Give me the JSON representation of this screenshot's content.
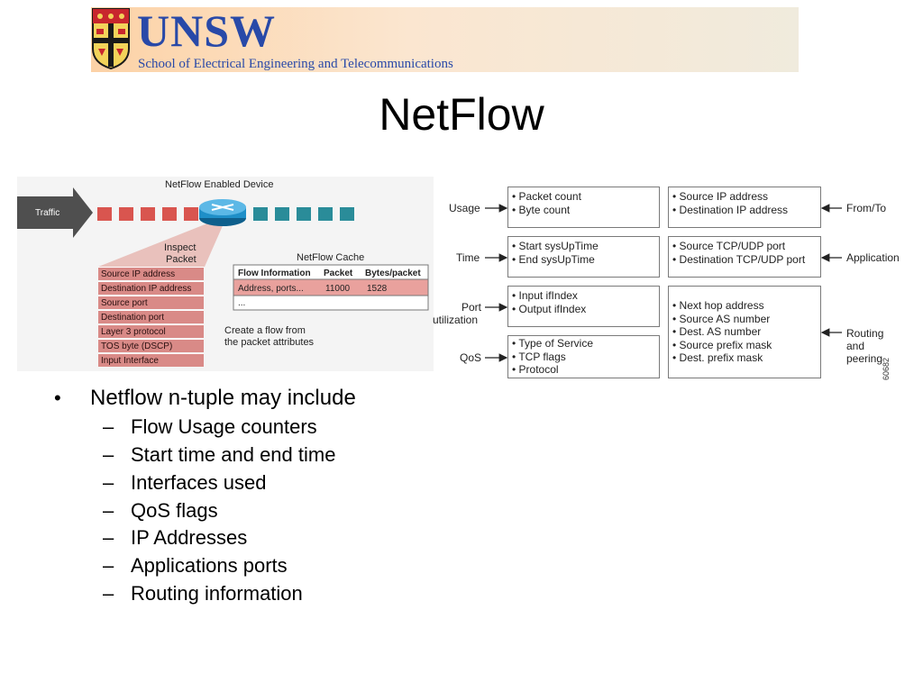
{
  "header": {
    "logo_title": "UNSW",
    "school": "School of Electrical Engineering and Telecommunications"
  },
  "slide": {
    "title": "NetFlow"
  },
  "left_figure": {
    "device_label": "NetFlow Enabled Device",
    "traffic_label": "Traffic",
    "inspect_label_line1": "Inspect",
    "inspect_label_line2": "Packet",
    "cache_title": "NetFlow Cache",
    "attributes": [
      "Source IP address",
      "Destination IP address",
      "Source port",
      "Destination port",
      "Layer 3 protocol",
      "TOS byte (DSCP)",
      "Input Interface"
    ],
    "cache_headers": [
      "Flow Information",
      "Packet",
      "Bytes/packet"
    ],
    "cache_row": [
      "Address, ports...",
      "11000",
      "1528"
    ],
    "cache_ellipsis": "...",
    "create_flow_line1": "Create a flow from",
    "create_flow_line2": "the packet attributes",
    "colors": {
      "packet_red": "#d9554f",
      "packet_teal": "#2a8c99",
      "attr_row": "#d98a87",
      "router": "#1f8fc8"
    }
  },
  "right_figure": {
    "left_labels": {
      "usage": "Usage",
      "time": "Time",
      "port_line1": "Port",
      "port_line2": "utilization",
      "qos": "QoS"
    },
    "right_labels": {
      "from_to": "From/To",
      "application": "Application",
      "routing_line1": "Routing",
      "routing_line2": "and",
      "routing_line3": "peering"
    },
    "boxes": {
      "usage": [
        "• Packet count",
        "• Byte count"
      ],
      "time": [
        "• Start sysUpTime",
        "• End sysUpTime"
      ],
      "port": [
        "• Input ifIndex",
        "• Output ifIndex"
      ],
      "qos": [
        "• Type of Service",
        "• TCP flags",
        "• Protocol"
      ],
      "from_to": [
        "• Source IP address",
        "• Destination IP address"
      ],
      "application": [
        "• Source TCP/UDP port",
        "• Destination TCP/UDP port"
      ],
      "routing": [
        "• Next hop address",
        "• Source AS number",
        "• Dest. AS number",
        "• Source prefix mask",
        "• Dest. prefix mask"
      ]
    },
    "figure_id": "60682"
  },
  "bullets": {
    "main": "Netflow n-tuple may include",
    "sub": [
      "Flow Usage counters",
      "Start time and end time",
      "Interfaces used",
      "QoS flags",
      "IP Addresses",
      "Applications ports",
      "Routing information"
    ]
  }
}
